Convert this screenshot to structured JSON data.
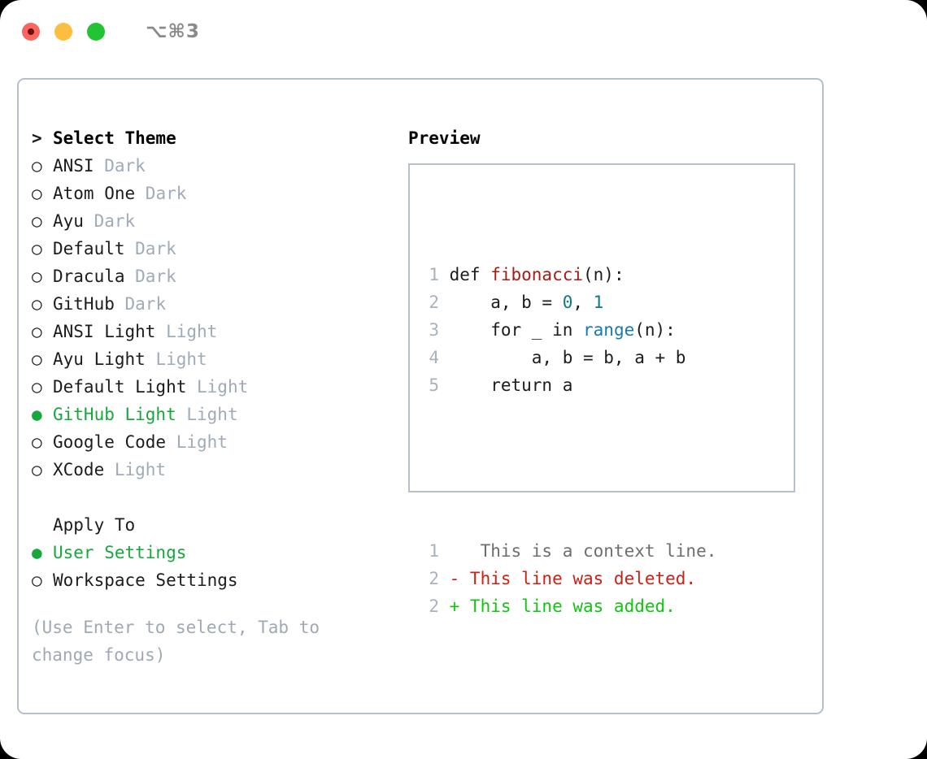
{
  "titlebar": {
    "shortcut": "⌥⌘3",
    "buttons": [
      {
        "name": "close",
        "color": "#fb6560"
      },
      {
        "name": "minimize",
        "color": "#fcbe40"
      },
      {
        "name": "maximize",
        "color": "#23c434"
      }
    ]
  },
  "theme_panel": {
    "header_marker": ">",
    "header": "Select Theme",
    "items": [
      {
        "marker": "○",
        "name": "ANSI",
        "variant": "Dark",
        "selected": false
      },
      {
        "marker": "○",
        "name": "Atom One",
        "variant": "Dark",
        "selected": false
      },
      {
        "marker": "○",
        "name": "Ayu",
        "variant": "Dark",
        "selected": false
      },
      {
        "marker": "○",
        "name": "Default",
        "variant": "Dark",
        "selected": false
      },
      {
        "marker": "○",
        "name": "Dracula",
        "variant": "Dark",
        "selected": false
      },
      {
        "marker": "○",
        "name": "GitHub",
        "variant": "Dark",
        "selected": false
      },
      {
        "marker": "○",
        "name": "ANSI Light",
        "variant": "Light",
        "selected": false
      },
      {
        "marker": "○",
        "name": "Ayu Light",
        "variant": "Light",
        "selected": false
      },
      {
        "marker": "○",
        "name": "Default Light",
        "variant": "Light",
        "selected": false
      },
      {
        "marker": "●",
        "name": "GitHub Light",
        "variant": "Light",
        "selected": true
      },
      {
        "marker": "○",
        "name": "Google Code",
        "variant": "Light",
        "selected": false
      },
      {
        "marker": "○",
        "name": "XCode",
        "variant": "Light",
        "selected": false
      }
    ]
  },
  "apply_to": {
    "title": "Apply To",
    "options": [
      {
        "marker": "●",
        "label": "User Settings",
        "selected": true
      },
      {
        "marker": "○",
        "label": "Workspace Settings",
        "selected": false
      }
    ]
  },
  "hint": "(Use Enter to select, Tab to change focus)",
  "preview": {
    "title": "Preview",
    "code_lines": [
      {
        "n": "1",
        "segments": [
          {
            "text": "def ",
            "type": "plain"
          },
          {
            "text": "fibonacci",
            "type": "fn"
          },
          {
            "text": "(n):",
            "type": "plain"
          }
        ]
      },
      {
        "n": "2",
        "segments": [
          {
            "text": "    a, b = ",
            "type": "plain"
          },
          {
            "text": "0",
            "type": "num"
          },
          {
            "text": ", ",
            "type": "plain"
          },
          {
            "text": "1",
            "type": "num"
          }
        ]
      },
      {
        "n": "3",
        "segments": [
          {
            "text": "    for _ in ",
            "type": "plain"
          },
          {
            "text": "range",
            "type": "call"
          },
          {
            "text": "(n):",
            "type": "plain"
          }
        ]
      },
      {
        "n": "4",
        "segments": [
          {
            "text": "        a, b = b, a + b",
            "type": "plain"
          }
        ]
      },
      {
        "n": "5",
        "segments": [
          {
            "text": "    return a",
            "type": "plain"
          }
        ]
      }
    ],
    "diff_lines": [
      {
        "n": "1",
        "sign": " ",
        "text": "  This is a context line.",
        "kind": "context"
      },
      {
        "n": "2",
        "sign": "-",
        "text": " This line was deleted.",
        "kind": "deleted"
      },
      {
        "n": "2",
        "sign": "+",
        "text": " This line was added.",
        "kind": "added"
      }
    ]
  },
  "colors": {
    "accent_green": "#16a83a",
    "muted": "#9fabb8",
    "border": "#b6bfca",
    "syntax_function": "#a81b14",
    "syntax_number": "#0f7b7b",
    "syntax_call": "#1779b5",
    "diff_deleted": "#cc2012",
    "diff_added": "#11c511",
    "diff_context": "#6e6e6e",
    "line_number": "#a8b2bd"
  }
}
